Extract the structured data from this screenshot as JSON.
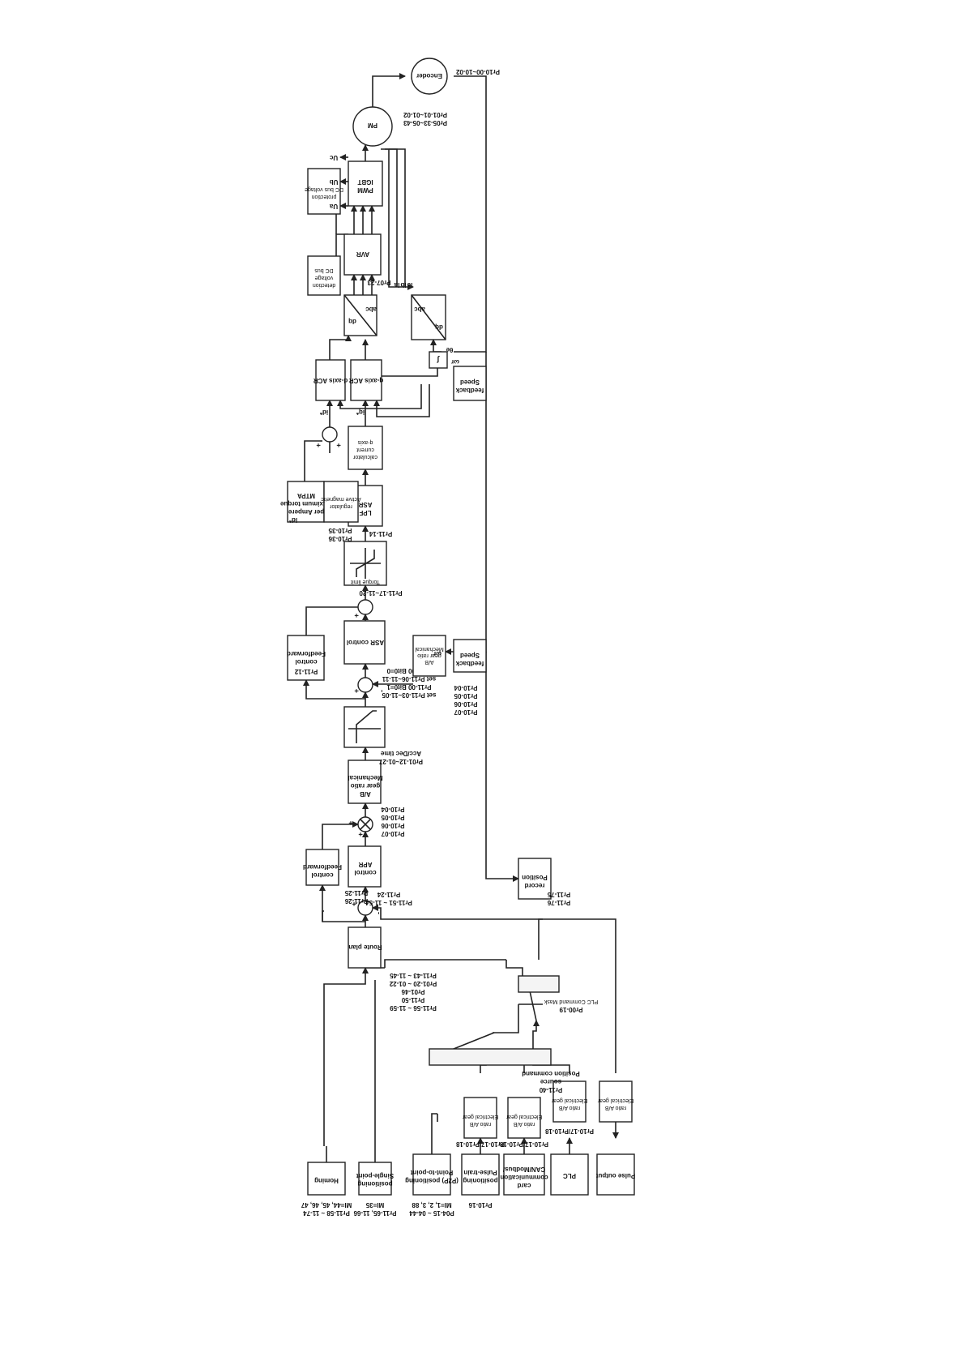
{
  "blocks": {
    "homing": "Homing",
    "single_point": [
      "Single-point",
      "positioning"
    ],
    "p2p": [
      "Point-to-point",
      "(P2P) positioning"
    ],
    "pulse_train": [
      "Pulse-train",
      "positioning"
    ],
    "can": [
      "CAN/Modbus/",
      "communication",
      "card"
    ],
    "plc": "PLC",
    "pulse_output": "Pulse output",
    "egr1": [
      "Electrical gear",
      "ratio A/B"
    ],
    "egr2": [
      "Electrical gear",
      "ratio A/B"
    ],
    "egr3": [
      "Electrical gear",
      "ratio A/B"
    ],
    "egr4": [
      "Electrical gear",
      "ratio A/B"
    ],
    "route_plan": "Route plan",
    "apr": [
      "APR",
      "control"
    ],
    "ff1": [
      "Feedforward",
      "control"
    ],
    "mgr1": [
      "Mechanical",
      "gear ratio",
      "A/B"
    ],
    "accdec_label": [
      "Acc/Dec time",
      "Pr01-12~01-27"
    ],
    "mgr2": [
      "Mechanical",
      "gear ratio",
      "A/B"
    ],
    "speed_fb1": [
      "Speed",
      "feedback"
    ],
    "asr": "ASR control",
    "ff2": [
      "Feedforward",
      "control"
    ],
    "torque_limit": "Torque limit",
    "asr_lpf": [
      "ASR",
      "LPF"
    ],
    "qcalc": [
      "q-axis",
      "current",
      "calculator"
    ],
    "mtpa": [
      "MTPA",
      "Maximum torque",
      "per Ampere"
    ],
    "amr": [
      "Active magnetic",
      "regulator"
    ],
    "dacr": "d-axis ACR",
    "qacr": "q-axis ACR",
    "dq_abc": [
      "dq",
      "abc"
    ],
    "abc_dq": [
      "abc",
      "dq"
    ],
    "integrator": "∫",
    "speed_fb2": [
      "Speed",
      "feedback"
    ],
    "dcbus_det": [
      "DC bus",
      "voltage",
      "detection"
    ],
    "avr": "AVR",
    "dc_prot": [
      "DC bus voltage",
      "protection"
    ],
    "igbt": [
      "IGBT",
      "PWM"
    ],
    "pm": "PM",
    "encoder": "Encoder",
    "pos_record": [
      "Position",
      "record"
    ]
  },
  "params": {
    "homing": [
      "MI=44, 45, 46, 47",
      "Pr11-58 ~ 11-74"
    ],
    "single_point": [
      "MI=35",
      "Pr11-65, 11-66"
    ],
    "p2p": [
      "MI=1, 2, 3, 88",
      "P04-15 ~ 04-44"
    ],
    "pulse_train": "Pr10-16",
    "egr_p": "Pr10-17/Pr10-18",
    "egr_plc": "Pr10-17/Pr10-18",
    "pos_cmd_src": [
      "Position command",
      "source",
      "Pr11-40"
    ],
    "plc_cmd": [
      "PLC Command Mask",
      "Pr00-19"
    ],
    "route": [
      "Pr11-43 ~ 11-45",
      "Pr01-20 ~ 01-22",
      "Pr01-46",
      "Pr11-50",
      "Pr11-56 ~ 11-59"
    ],
    "apr": [
      "Pr11-24",
      "Pr11-51 ~ 11-54"
    ],
    "ff1": [
      "Pr11-25",
      "Pr11-26"
    ],
    "mgr1": [
      "Pr10-04",
      "Pr10-05",
      "Pr10-06",
      "Pr10-07"
    ],
    "mgr2": [
      "Pr10-04",
      "Pr10-05",
      "Pr10-06",
      "Pr10-07"
    ],
    "asr": [
      "Pr11-00 Bit0=0",
      "set Pr11-06~11-11",
      "Pr11-00 Bit0=1",
      "set Pr11-03~11-05"
    ],
    "ff2": "Pr11-12",
    "torque": "Pr11-17~11-20",
    "lpf": "Pr11-14",
    "mtpa": [
      "Pr10-35",
      "Pr10-36"
    ],
    "avr": "Pr07-23",
    "pm": [
      "Pr01-01~01-02",
      "Pr05-33~05-43"
    ],
    "encoder": "Pr10-00~10-02",
    "pos_record": [
      "Pr11-75",
      "Pr11-76"
    ]
  },
  "signals": {
    "id_ref0": "id*",
    "id_ref": "id*",
    "iq_ref": "iq*",
    "ia": "ia",
    "ib": "ib",
    "ic": "ic",
    "ua": "Ua",
    "ub": "Ub",
    "uc": "Uc",
    "wr1": "ωr",
    "wr2": "ωr",
    "theta": "θe",
    "plus": "+",
    "minus": "-"
  }
}
